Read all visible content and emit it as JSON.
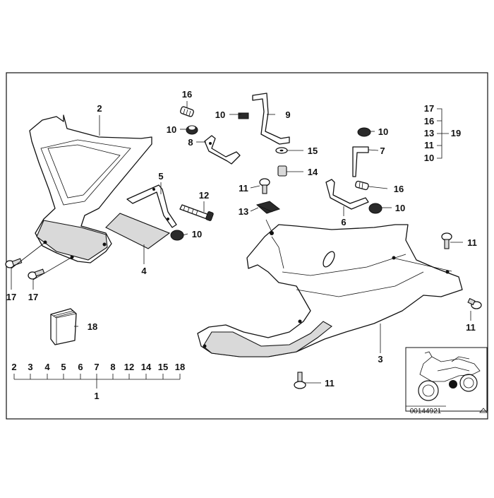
{
  "diagram": {
    "callouts": {
      "c1": "1",
      "c2": "2",
      "c3": "3",
      "c4": "4",
      "c5": "5",
      "c6": "6",
      "c7": "7",
      "c8": "8",
      "c9": "9",
      "c10a": "10",
      "c10b": "10",
      "c10c": "10",
      "c10d": "10",
      "c10e": "10",
      "c11a": "11",
      "c11b": "11",
      "c11c": "11",
      "c11d": "11",
      "c12": "12",
      "c13": "13",
      "c14": "14",
      "c15": "15",
      "c16a": "16",
      "c16b": "16",
      "c17a": "17",
      "c17b": "17",
      "c18": "18"
    },
    "kit_19": {
      "items": [
        "17",
        "16",
        "13",
        "11",
        "10"
      ],
      "label": "19"
    },
    "kit_1": {
      "items": [
        "2",
        "3",
        "4",
        "5",
        "6",
        "7",
        "8",
        "12",
        "14",
        "15",
        "18"
      ],
      "label": "1"
    },
    "diagram_id": "00144921"
  }
}
